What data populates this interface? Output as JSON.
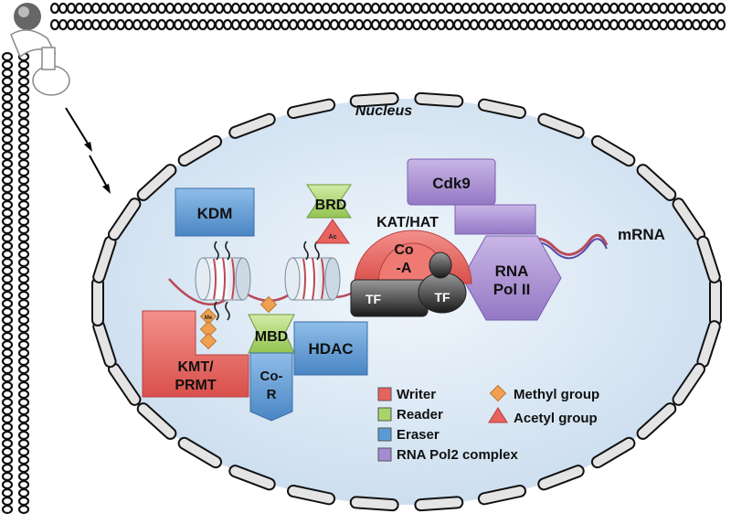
{
  "compartment": {
    "nucleus_label": "Nucleus"
  },
  "proteins": {
    "kdm": "KDM",
    "brd": "BRD",
    "kat_hat": "KAT/HAT",
    "coa_line1": "Co",
    "coa_line2": "-A",
    "cdk9": "Cdk9",
    "rnapol_line1": "RNA",
    "rnapol_line2": "Pol II",
    "tf_left": "TF",
    "tf_right": "TF",
    "mbd": "MBD",
    "hdac": "HDAC",
    "kmt_line1": "KMT/",
    "kmt_line2": "PRMT",
    "cor_line1": "Co-",
    "cor_line2": "R"
  },
  "marks": {
    "me": "Me",
    "ac": "Ac"
  },
  "transcript": {
    "label": "mRNA"
  },
  "legend": {
    "items": [
      {
        "label": "Writer",
        "color": "#e8625e",
        "shape": "square"
      },
      {
        "label": "Reader",
        "color": "#a9d46a",
        "shape": "square"
      },
      {
        "label": "Eraser",
        "color": "#5b9bd5",
        "shape": "square"
      },
      {
        "label": "RNA Pol2 complex",
        "color": "#a58bd0",
        "shape": "square"
      },
      {
        "label": "Methyl group",
        "color": "#f0a050",
        "shape": "diamond"
      },
      {
        "label": "Acetyl group",
        "color": "#e8625e",
        "shape": "triangle"
      }
    ]
  },
  "colors": {
    "writer": "#e8625e",
    "reader": "#a9d46a",
    "eraser": "#5b9bd5",
    "polcomplex": "#a58bd0",
    "methyl": "#f0a050",
    "nucleus_fill": "#dde8f3",
    "membrane": "#111111"
  }
}
